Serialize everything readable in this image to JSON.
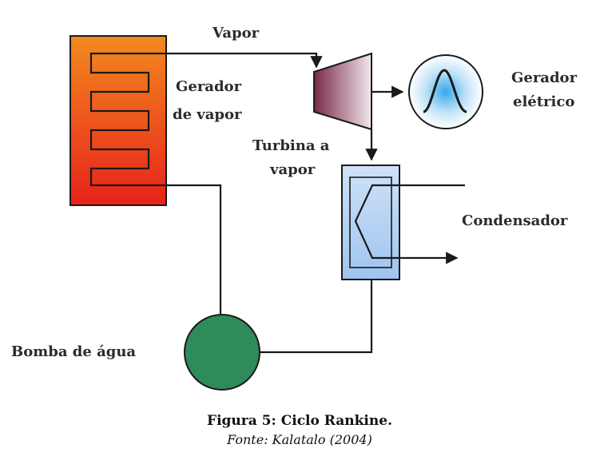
{
  "labels": {
    "vapor": "Vapor",
    "gerador_vapor_line1": "Gerador",
    "gerador_vapor_line2": "de vapor",
    "gerador_eletrico_line1": "Gerador",
    "gerador_eletrico_line2": "elétrico",
    "turbina_line1": "Turbina a",
    "turbina_line2": "vapor",
    "condensador": "Condensador",
    "bomba": "Bomba de água"
  },
  "caption": {
    "title": "Figura 5: Ciclo Rankine.",
    "source": "Fonte: Kalatalo (2004)"
  },
  "colors": {
    "boiler_top": "#f28a1e",
    "boiler_bottom": "#e8221b",
    "turbine_light": "#f2e8ee",
    "turbine_dark": "#7a2848",
    "generator_center": "#35a8ea",
    "condenser_top": "#cfe2f8",
    "condenser_bottom": "#9ec4ef",
    "pump_fill": "#2f8a5c",
    "line": "#1a1a1a"
  },
  "icons": {
    "generator_symbol": "sine-wave-icon"
  }
}
